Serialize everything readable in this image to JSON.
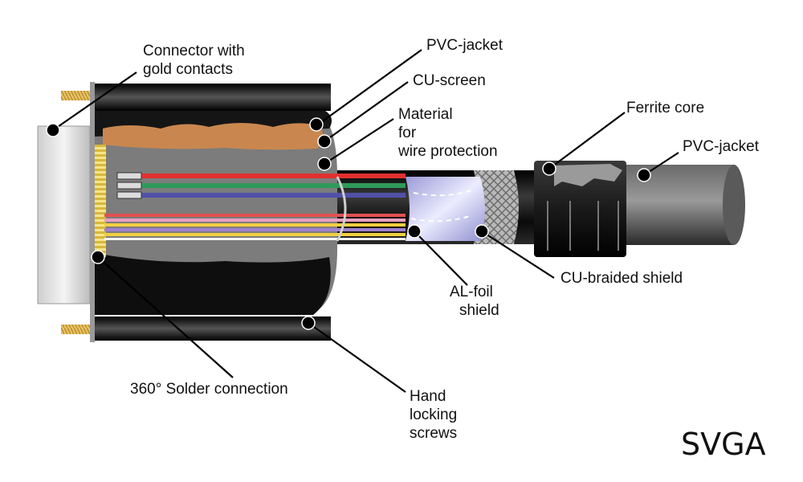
{
  "diagram": {
    "labels": {
      "connector": [
        "Connector with",
        "gold contacts"
      ],
      "pvc_jacket_top": [
        "PVC-jacket"
      ],
      "cu_screen": [
        "CU-screen"
      ],
      "material": [
        "Material",
        "for",
        "wire protection"
      ],
      "ferrite_core": [
        "Ferrite core"
      ],
      "pvc_jacket_right": [
        "PVC-jacket"
      ],
      "cu_braided_shield": [
        "CU-braided shield"
      ],
      "al_foil_shield": [
        "AL-foil",
        "shield"
      ],
      "solder_connection": [
        "360° Solder connection"
      ],
      "hand_locking_screws": [
        "Hand",
        "locking",
        "screws"
      ]
    },
    "caption": "SVGA",
    "colors": {
      "jacket": "#1a1a1a",
      "shell_grey": "#8c8c8c",
      "copper_screen": "#c9874f",
      "connector_face": "#e4e4e4",
      "gold": "#e8c34a",
      "foil": "#c8c8f0",
      "wire_red": "#e03030",
      "wire_green": "#2f9a5a",
      "wire_blue": "#5050a8",
      "wire_yellow": "#f0d040",
      "wire_pink": "#e8a0c0",
      "wire_violet": "#a080d0"
    }
  }
}
